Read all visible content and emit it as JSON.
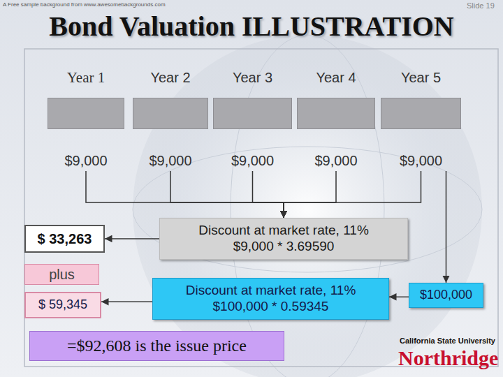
{
  "diagram": {
    "title": "Bond Valuation ILLUSTRATION",
    "nodes": [
      {
        "text": [
          "Year 1",
          "$9,000"
        ]
      },
      {
        "text": [
          "Year 2",
          "$9,000"
        ]
      },
      {
        "text": [
          "Year 3",
          "$9,000"
        ]
      },
      {
        "text": [
          "Year 4",
          "$9,000"
        ]
      },
      {
        "text": [
          "Year 5",
          "$9,000"
        ]
      },
      {
        "text": [
          "$ 33,263"
        ]
      },
      {
        "text": [
          "Discount at market rate, 11%",
          "$9,000 * 3.69590"
        ]
      },
      {
        "text": [
          "plus"
        ]
      },
      {
        "text": [
          "Discount at market rate, 11%",
          "$100,000 * 0.59345"
        ]
      },
      {
        "text": [
          "$100,000"
        ]
      },
      {
        "text": [
          "$ 59,345"
        ]
      },
      {
        "text": [
          "=$92,608 is the issue price"
        ]
      }
    ],
    "edges": [
      {
        "from": 0,
        "to": 6,
        "arrow": "to"
      },
      {
        "from": 1,
        "to": 6,
        "arrow": "to"
      },
      {
        "from": 2,
        "to": 6,
        "arrow": "to"
      },
      {
        "from": 3,
        "to": 6,
        "arrow": "to"
      },
      {
        "from": 4,
        "to": 6,
        "arrow": "to"
      },
      {
        "from": 4,
        "to": 9,
        "arrow": "to"
      },
      {
        "from": 6,
        "to": 5,
        "arrow": "to"
      },
      {
        "from": 9,
        "to": 8,
        "arrow": "to"
      },
      {
        "from": 8,
        "to": 10,
        "arrow": "to"
      }
    ],
    "labels": [
      "A Free sample background from www.awesomebackgrounds.com",
      "Slide 19",
      "California State University",
      "Northridge"
    ]
  }
}
